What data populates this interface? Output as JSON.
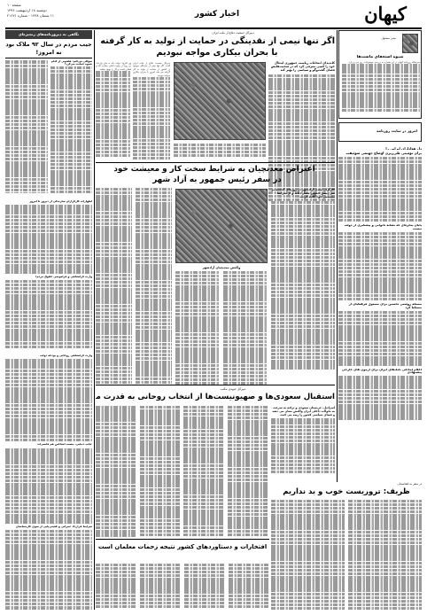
{
  "masthead": {
    "logo": "کیهان",
    "page_no": "صفحه ۱۰",
    "date_line": "دوشنبه ۱۸ اردیبهشت ۱۳۹۶",
    "issue_line": "۱۱ شعبان ۱۴۳۸ - شماره ۲۱۶۲۱",
    "section": "اخبار کشور"
  },
  "kicker_top": "دبیرکل جمعیت دفاع از ملت ایران",
  "main": {
    "headline_1": "اگر تنها نیمی از نقدینگی در حمایت از تولید به کار گرفته می شد",
    "headline_2": "با بحران بیکاری مواجه نبودیم",
    "lead_title": "کاندیدای انتخابات ریاست جمهوری ایده‌آل خود را کسی معرفی کرد که در صحبت‌هایش فضای گفت‌وگو و سیاسی را بهتر کند",
    "body_1": "دبیرکل جمعیت دفاع از ملت ایران گفت: اگر تنها نیمی از نقدینگی موجود در کشور در حمایت از تولید به کار گرفته می شد امروز با بحران بیکاری مواجه نبودیم.",
    "body_2": "وی افزود: دولت باید به جای واردات بی رویه از تولید داخلی حمایت کند و فضای کسب و کار را بهبود بخشد."
  },
  "second": {
    "headline_1": "اعتراض معدنچیان به شرایط سخت کار و معیشت خود",
    "headline_2": "در سفر رئیس جمهور به آزاد شهر",
    "lead": "کارگران معدن آزادشهر در روزهای گذشته بر سر رئیس جمهور شعار دادند و از شرایط معیشتی خود گلایه کردند.",
    "caption": "واکنش معدنچیان آزادشهر"
  },
  "right_col": {
    "box_tag": "مدیر مسئول",
    "box_title": "شیوه استعفای ماست‌ها",
    "box_body": "سرمقاله روزنامه کیهان در این شماره به بررسی موضوعات روز می پردازد.",
    "announce_title": "امروز در سایت روزنامه",
    "item_1": "دل هواداران ایرانی را",
    "item_2": "برای نومینی طی‌ریزی اوضاع جهنمی سوئیفت",
    "item_3": "پایان پنجره‌ای که نشانهٔ ناتوانی و پیشگیری از دولت نیست",
    "item_4": "مسئله روشنی تحسین برای مسئول فرهنگیان از مسئلنا کرد",
    "item_5": "اعلام آمادگی بانک‌های ایران برای آزمون های خارجی پیشنهادی",
    "zarif_tag": "در سفر به افغانستان",
    "zarif": "ظریف: تروریست خوب و بد نداریم"
  },
  "left_col": {
    "box_title": "نگاهی به دیروزنامه‌های زنجیره‌ای",
    "box_sub_1": "جیب مردم در سال ۹۲ ملاک بود",
    "box_sub_2": "نه امروز!",
    "q1": "سؤالی می‌کنم: هاشمی از کدام شیوه حمایت می‌کرد؟",
    "q2": "اظهارات کارگزاران سازندگی از دیروز تا امروز",
    "q3": "وارث گرانشاهی و فراموشی حقوق مردم!",
    "q4": "وارث گرانشاهی روحانی و بودجه دولت",
    "q5": "عجب دنیایی، بیست اشخاص هم فاضی‌اند",
    "q6": "شرایط قرارداد عمرانی و کشتی‌پایی از سوی کارشناسان"
  },
  "bottom": {
    "kicker": "دبیرکل جبهه‌ی مکتب",
    "headline": "استقبال سعودی‌ها و صهیونیست‌ها از انتخاب روحانی به قدرت موشکی ایران!",
    "lead": "اسرائیل، عربستان سعودی و ترکیه به سرعت به تحولات داخلی ایران واکنش نشان می دهند و فضای سیاسی کشور را رصد می کنند.",
    "sub_headline": "افتخارات و دستاوردهای کشور نتیجه زحمات معلمان است"
  }
}
